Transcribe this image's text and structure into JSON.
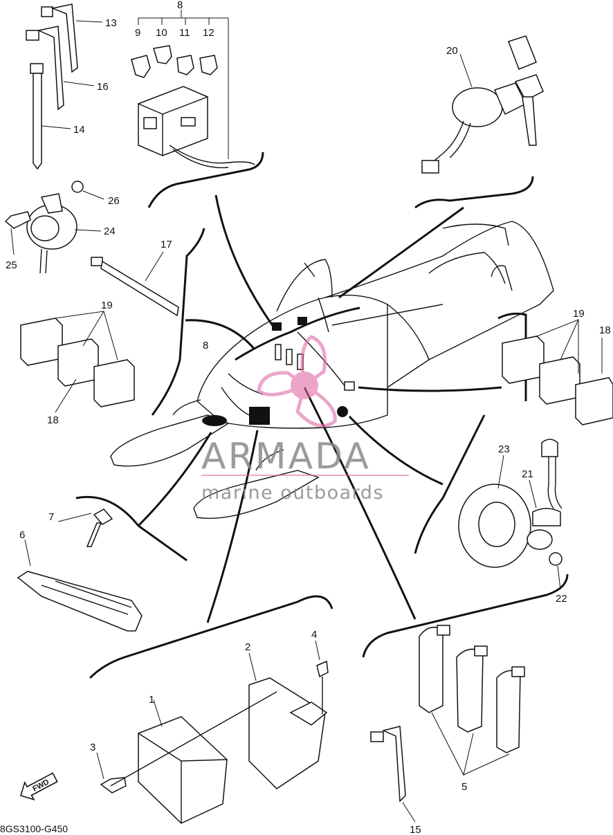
{
  "diagram_code": "8GS3100-G450",
  "brand": {
    "name": "ARMADA",
    "tagline": "marine outboards"
  },
  "direction_badge": "FWD",
  "accent_color": "#e06aa6",
  "part_labels": {
    "p1": "1",
    "p2": "2",
    "p3": "3",
    "p4": "4",
    "p5": "5",
    "p6": "6",
    "p7": "7",
    "p8_top": "8",
    "p8_mid": "8",
    "p9": "9",
    "p10": "10",
    "p11": "11",
    "p12": "12",
    "p13": "13",
    "p14": "14",
    "p15": "15",
    "p16": "16",
    "p17": "17",
    "p18_left": "18",
    "p18_right": "18",
    "p19_left": "19",
    "p19_right": "19",
    "p20": "20",
    "p21": "21",
    "p22": "22",
    "p23": "23",
    "p24": "24",
    "p25": "25",
    "p26": "26"
  }
}
